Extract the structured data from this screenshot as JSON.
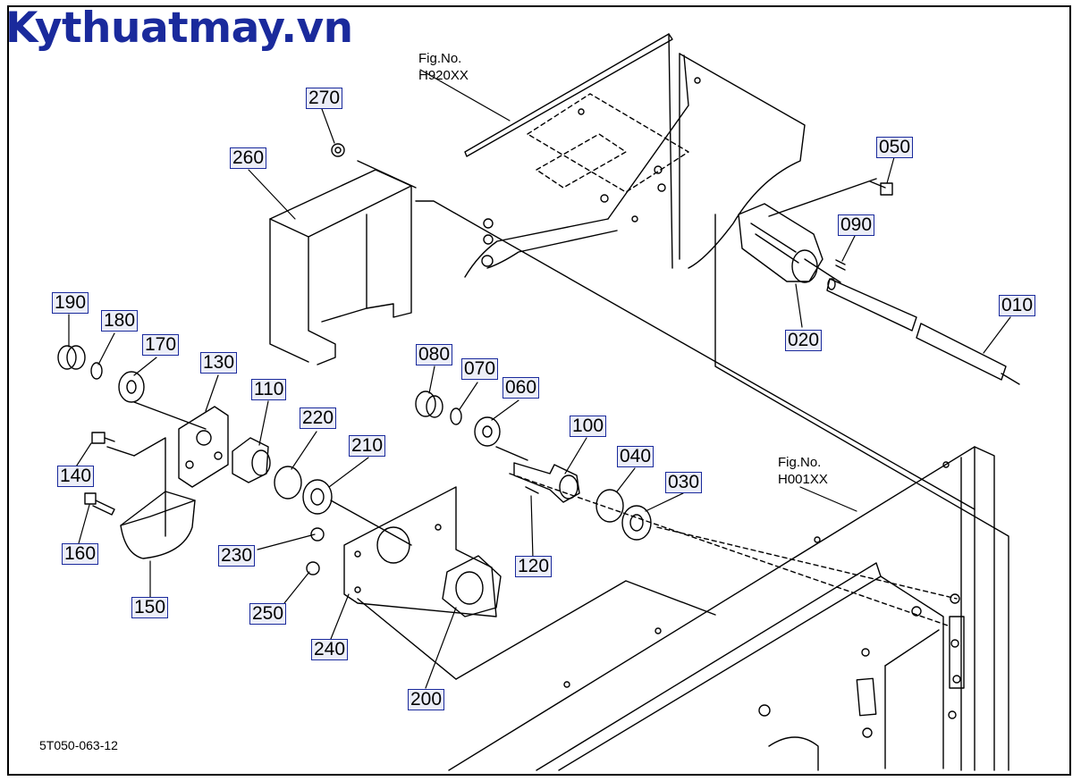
{
  "brand": "Kythuatmay.vn",
  "drawing_code": "5T050-063-12",
  "figure_refs": [
    {
      "id": "fig-h920",
      "label": "Fig.No.",
      "code": "H920XX"
    },
    {
      "id": "fig-h001",
      "label": "Fig.No.",
      "code": "H001XX"
    }
  ],
  "part_labels": [
    "010",
    "020",
    "030",
    "040",
    "050",
    "060",
    "070",
    "080",
    "090",
    "100",
    "110",
    "120",
    "130",
    "140",
    "150",
    "160",
    "170",
    "180",
    "190",
    "200",
    "210",
    "220",
    "230",
    "240",
    "250",
    "260",
    "270"
  ],
  "colors": {
    "label_border": "#1a2a9c",
    "label_fill": "#eceef8",
    "brand": "#1a2a9c",
    "line": "#000000"
  }
}
